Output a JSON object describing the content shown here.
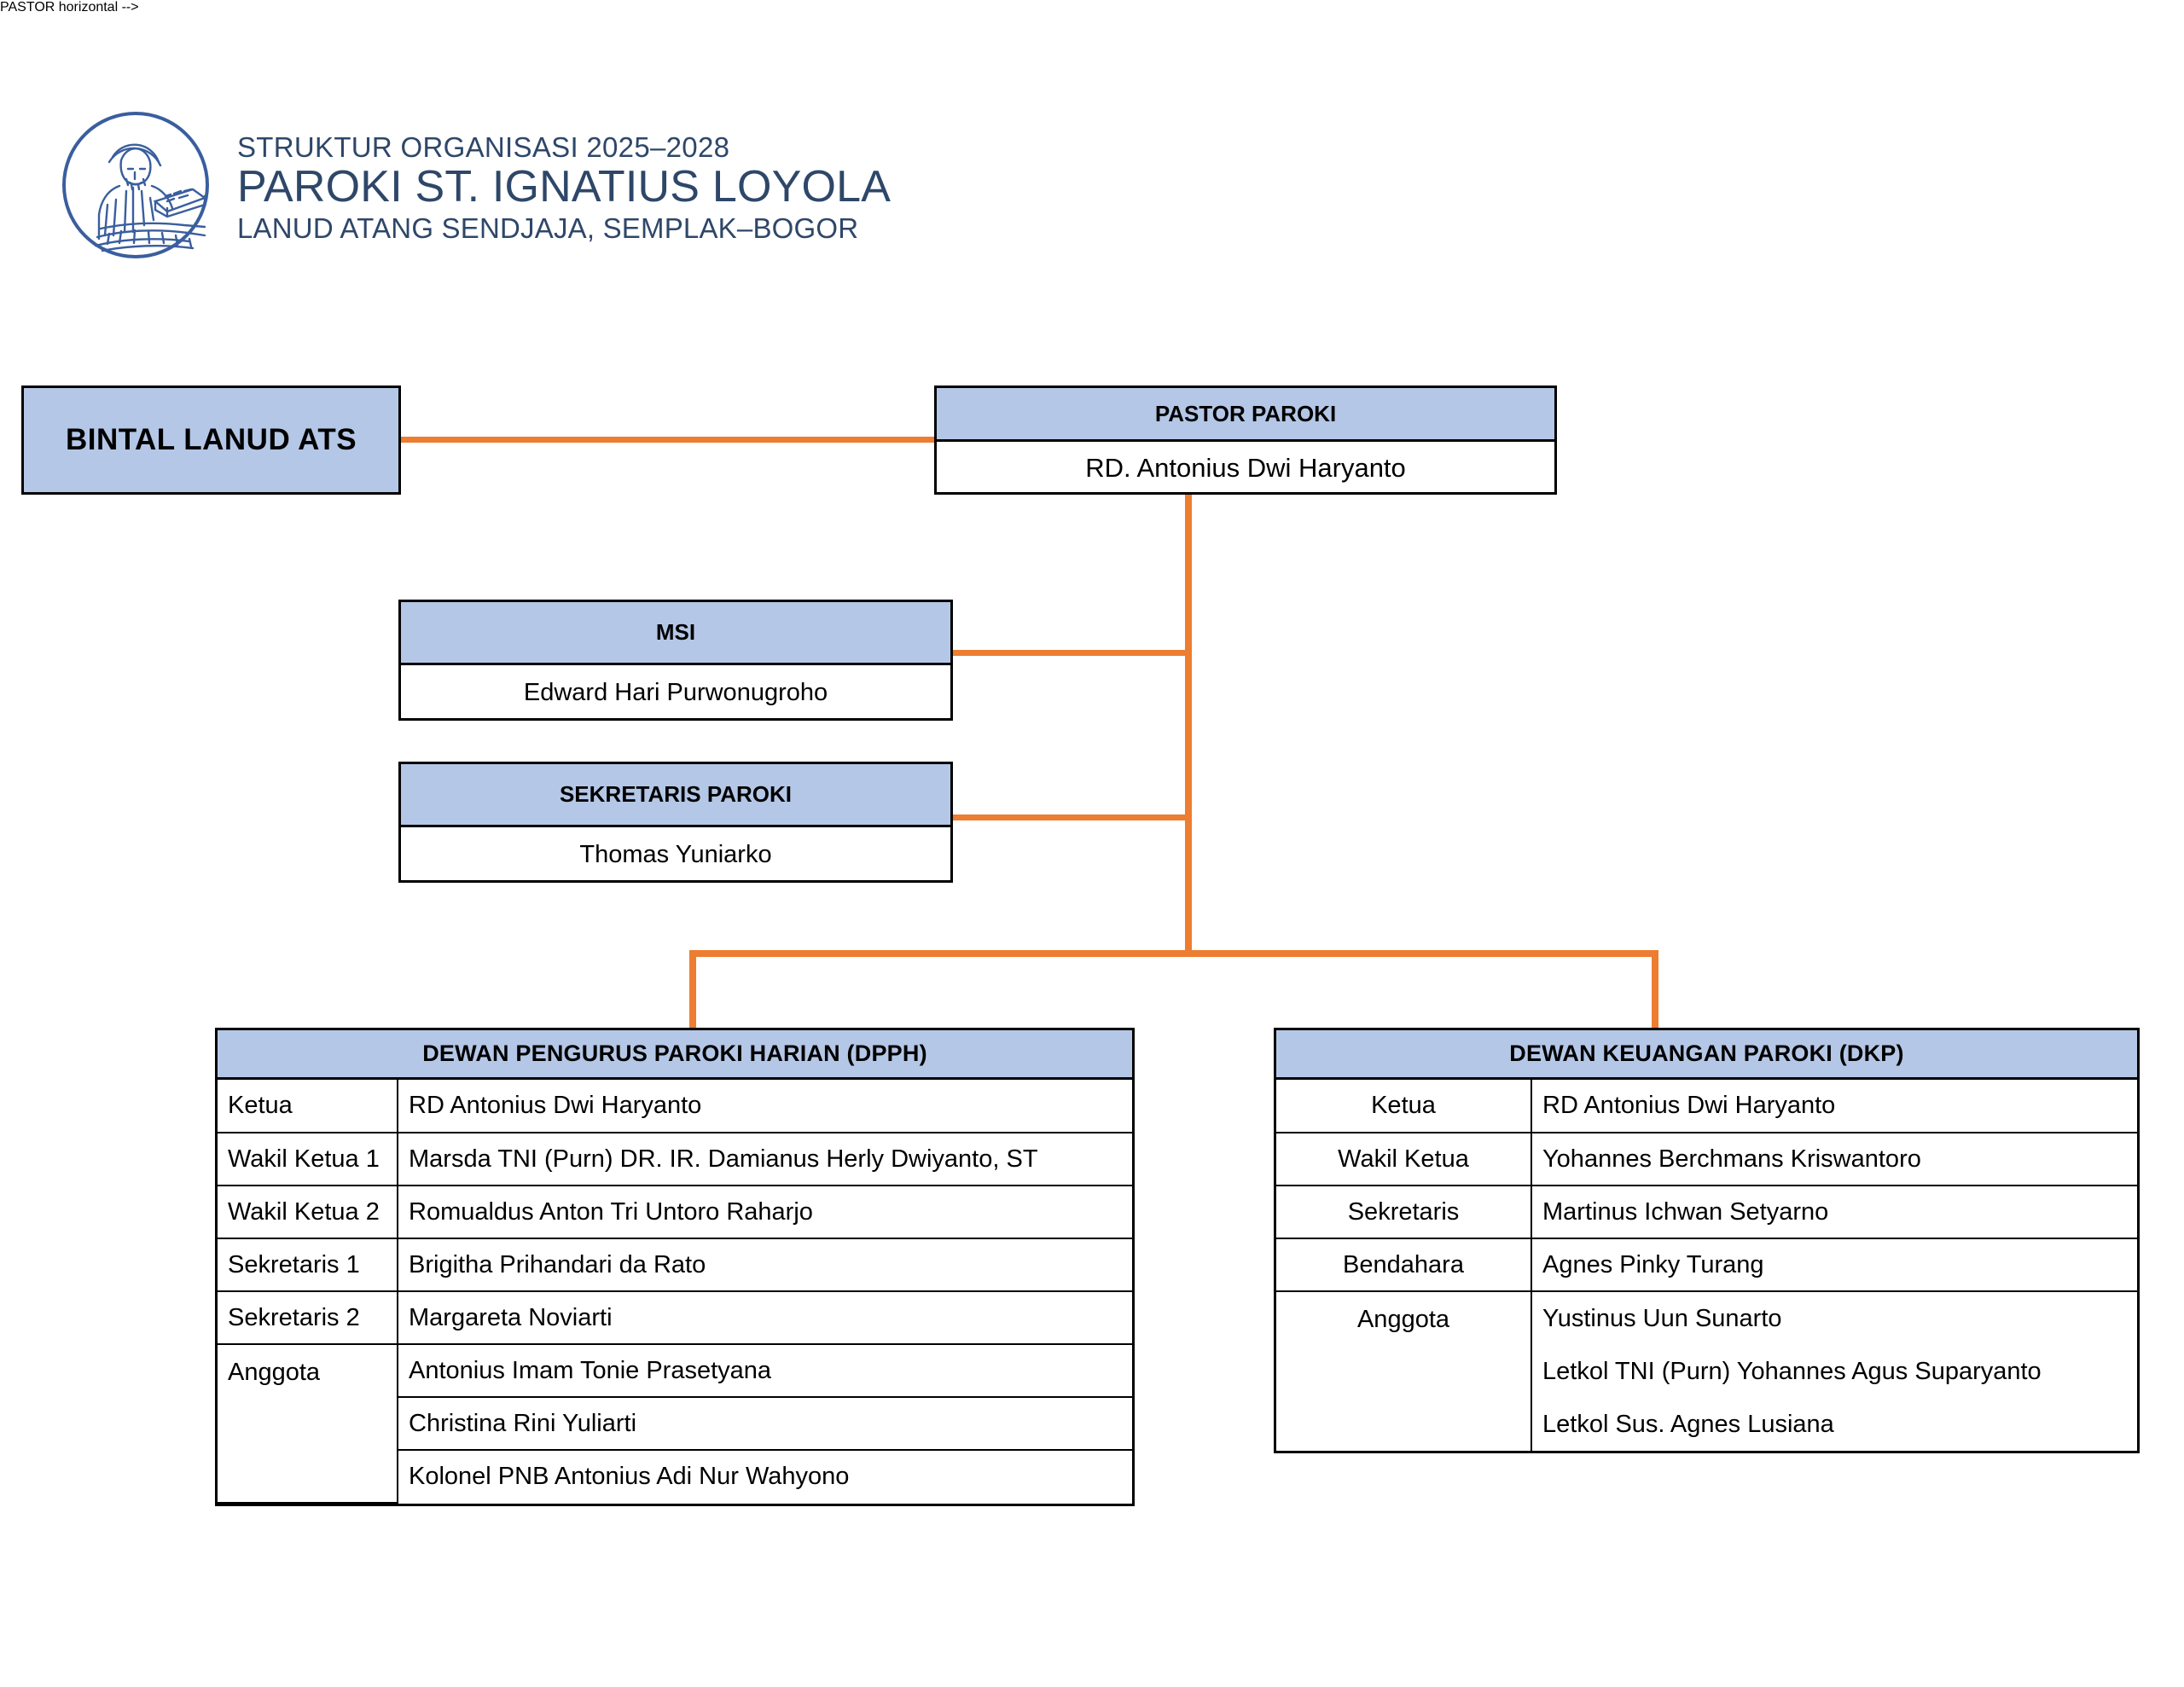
{
  "header": {
    "logo_name": "saint-ignatius-loyola-seal",
    "line1": "STRUKTUR ORGANISASI 2025–2028",
    "line2": "PAROKI ST. IGNATIUS LOYOLA",
    "line3": "LANUD ATANG SENDJAJA, SEMPLAK–BOGOR",
    "text_color": "#2e4769"
  },
  "colors": {
    "header_fill": "#b4c7e7",
    "connector": "#ed7d31",
    "box_border": "#000000",
    "page_background": "#ffffff"
  },
  "nodes": {
    "bintal": {
      "label": "BINTAL LANUD ATS"
    },
    "pastor": {
      "title": "PASTOR PAROKI",
      "name": "RD. Antonius Dwi Haryanto"
    },
    "msi": {
      "title": "MSI",
      "name": "Edward Hari Purwonugroho"
    },
    "sekretaris": {
      "title": "SEKRETARIS PAROKI",
      "name": "Thomas Yuniarko"
    }
  },
  "councils": {
    "dpph": {
      "title": "DEWAN PENGURUS PAROKI HARIAN (DPPH)",
      "rows": [
        {
          "role": "Ketua",
          "member": "RD Antonius Dwi Haryanto"
        },
        {
          "role": "Wakil Ketua 1",
          "member": "Marsda TNI (Purn) DR. IR. Damianus Herly Dwiyanto, ST"
        },
        {
          "role": "Wakil Ketua 2",
          "member": "Romualdus Anton Tri Untoro Raharjo"
        },
        {
          "role": "Sekretaris 1",
          "member": "Brigitha Prihandari da Rato"
        },
        {
          "role": "Sekretaris 2",
          "member": "Margareta Noviarti"
        }
      ],
      "anggota_label": "Anggota",
      "anggota": [
        "Antonius Imam Tonie Prasetyana",
        "Christina Rini Yuliarti",
        "Kolonel PNB Antonius Adi Nur Wahyono"
      ]
    },
    "dkp": {
      "title": "DEWAN KEUANGAN PAROKI (DKP)",
      "rows": [
        {
          "role": "Ketua",
          "member": "RD Antonius Dwi Haryanto"
        },
        {
          "role": "Wakil Ketua",
          "member": "Yohannes Berchmans Kriswantoro"
        },
        {
          "role": "Sekretaris",
          "member": "Martinus Ichwan Setyarno"
        },
        {
          "role": "Bendahara",
          "member": "Agnes Pinky Turang"
        }
      ],
      "anggota_label": "Anggota",
      "anggota": [
        "Yustinus Uun Sunarto",
        "Letkol TNI (Purn) Yohannes Agus Suparyanto",
        "Letkol Sus. Agnes Lusiana"
      ]
    }
  }
}
